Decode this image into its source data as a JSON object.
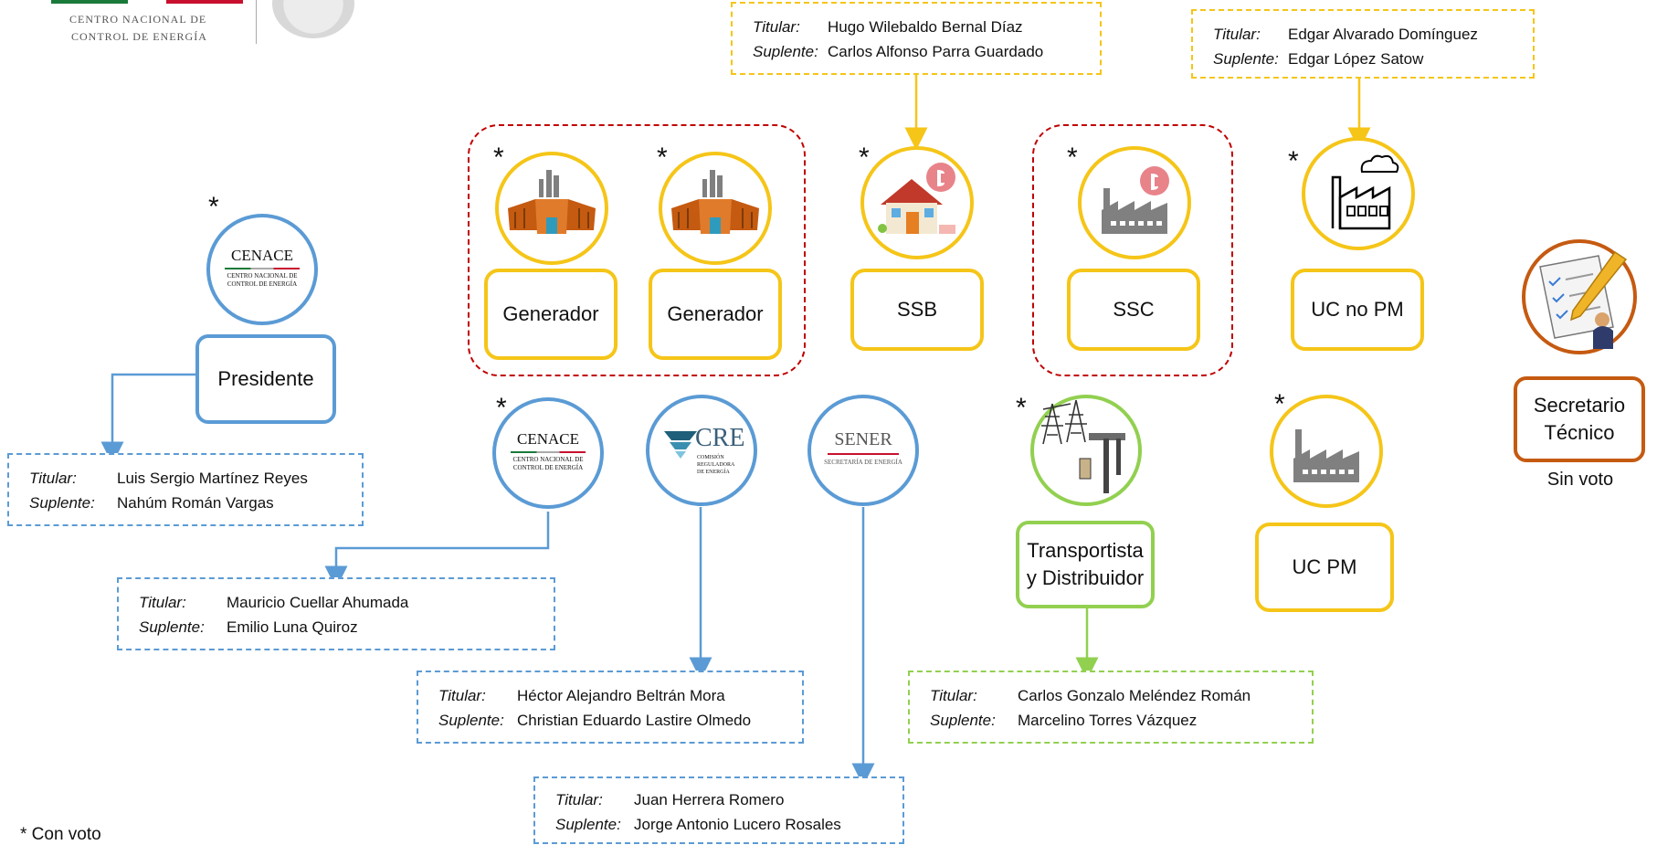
{
  "header": {
    "org_line1": "CENTRO NACIONAL DE",
    "org_line2": "CONTROL DE ENERGÍA"
  },
  "colors": {
    "participant": "#f5c518",
    "authority": "#5b9bd5",
    "transmission": "#92d050",
    "secretary": "#c55a11",
    "group_border": "#c00000"
  },
  "vote_marker": "*",
  "footnote": "* Con voto",
  "roles": {
    "titular": "Titular:",
    "suplente": "Suplente:"
  },
  "president": {
    "logo_name": "CENACE",
    "logo_sub1": "CENTRO NACIONAL DE",
    "logo_sub2": "CONTROL DE ENERGÍA",
    "label": "Presidente",
    "titular": "Luis Sergio Martínez Reyes",
    "suplente": "Nahúm Román Vargas"
  },
  "participants": [
    {
      "label": "Generador",
      "icon": "power-plant-icon"
    },
    {
      "label": "Generador",
      "icon": "power-plant-icon"
    },
    {
      "label": "SSB",
      "icon": "house-icon",
      "titular": "Hugo Wilebaldo Bernal Díaz",
      "suplente": "Carlos Alfonso Parra Guardado"
    },
    {
      "label": "SSC",
      "icon": "factory-icon"
    },
    {
      "label": "UC no PM",
      "icon": "factory-smoke-icon",
      "titular": "Edgar Alvarado Domínguez",
      "suplente": "Edgar López Satow"
    }
  ],
  "authorities": {
    "cenace": {
      "logo_name": "CENACE",
      "logo_sub1": "CENTRO NACIONAL DE",
      "logo_sub2": "CONTROL DE ENERGÍA",
      "titular": "Mauricio Cuellar Ahumada",
      "suplente": "Emilio Luna Quiroz"
    },
    "cre": {
      "logo_name": "CRE",
      "logo_sub1": "COMISIÓN",
      "logo_sub2": "REGULADORA",
      "logo_sub3": "DE ENERGÍA",
      "titular": "Héctor Alejandro Beltrán Mora",
      "suplente": "Christian Eduardo Lastire Olmedo"
    },
    "sener": {
      "logo_name": "SENER",
      "logo_sub": "SECRETARÍA DE ENERGÍA",
      "titular": "Juan Herrera Romero",
      "suplente": "Jorge Antonio Lucero Rosales"
    }
  },
  "transmission": {
    "label_line1": "Transportista",
    "label_line2": "y Distribuidor",
    "icon": "transmission-tower-icon",
    "titular": "Carlos Gonzalo Meléndez Román",
    "suplente": "Marcelino Torres Vázquez"
  },
  "uc_pm": {
    "label": "UC PM",
    "icon": "factory-icon"
  },
  "secretary": {
    "label_line1": "Secretario",
    "label_line2": "Técnico",
    "note": "Sin voto",
    "icon": "document-writing-icon"
  }
}
